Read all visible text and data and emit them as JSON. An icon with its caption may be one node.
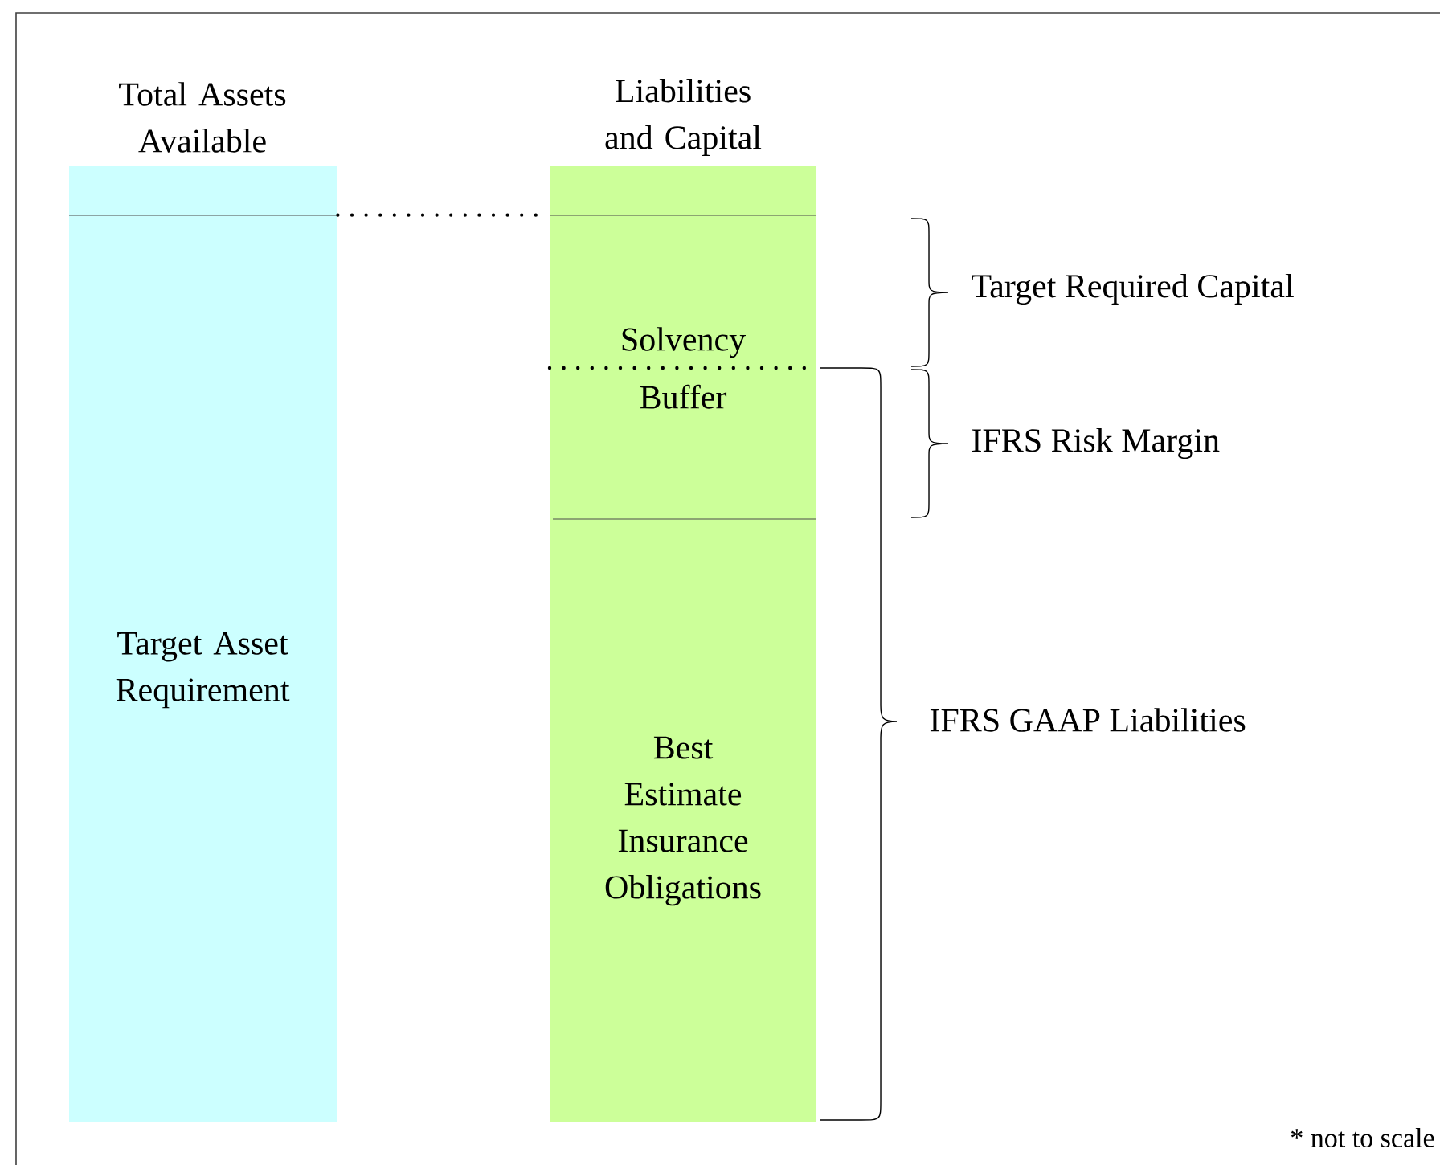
{
  "diagram": {
    "nodes": [
      {
        "text": [
          "Total Assets Available",
          "Target Asset Requirement"
        ]
      },
      {
        "text": [
          "Liabilities and Capital"
        ]
      },
      {
        "text": [
          "Solvency Buffer"
        ],
        "in": 1
      },
      {
        "text": [
          "Best Estimate Insurance Obligations"
        ],
        "in": 1
      }
    ],
    "edges": [
      {
        "from": 0,
        "to": 1,
        "arrow": "none",
        "style": "dashed"
      }
    ],
    "labels": [
      "Target Required Capital",
      "IFRS Risk Margin",
      "IFRS GAAP Liabilities",
      "* not to scale"
    ]
  }
}
